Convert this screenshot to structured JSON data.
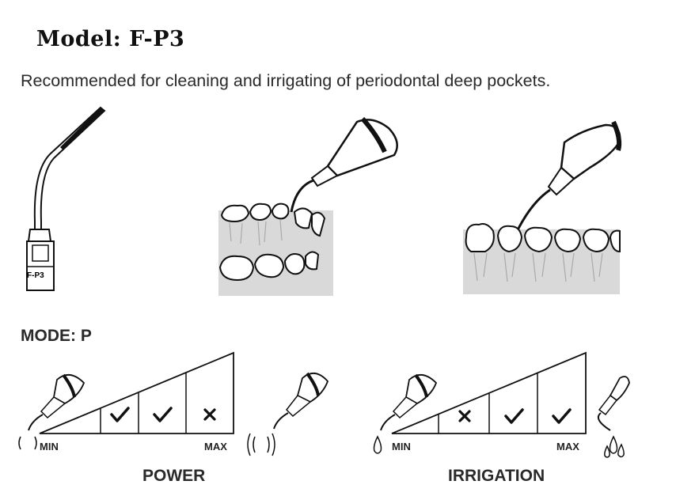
{
  "header": {
    "model_title": "Model: F-P3",
    "description": "Recommended for cleaning and irrigating of periodontal deep pockets."
  },
  "tip": {
    "label": "F-P3"
  },
  "mode": {
    "heading": "MODE: P"
  },
  "power": {
    "title": "POWER",
    "min_label": "MIN",
    "max_label": "MAX",
    "levels": [
      "check",
      "check",
      "cross"
    ]
  },
  "irrigation": {
    "title": "IRRIGATION",
    "min_label": "MIN",
    "max_label": "MAX",
    "levels": [
      "cross",
      "check",
      "check"
    ]
  }
}
